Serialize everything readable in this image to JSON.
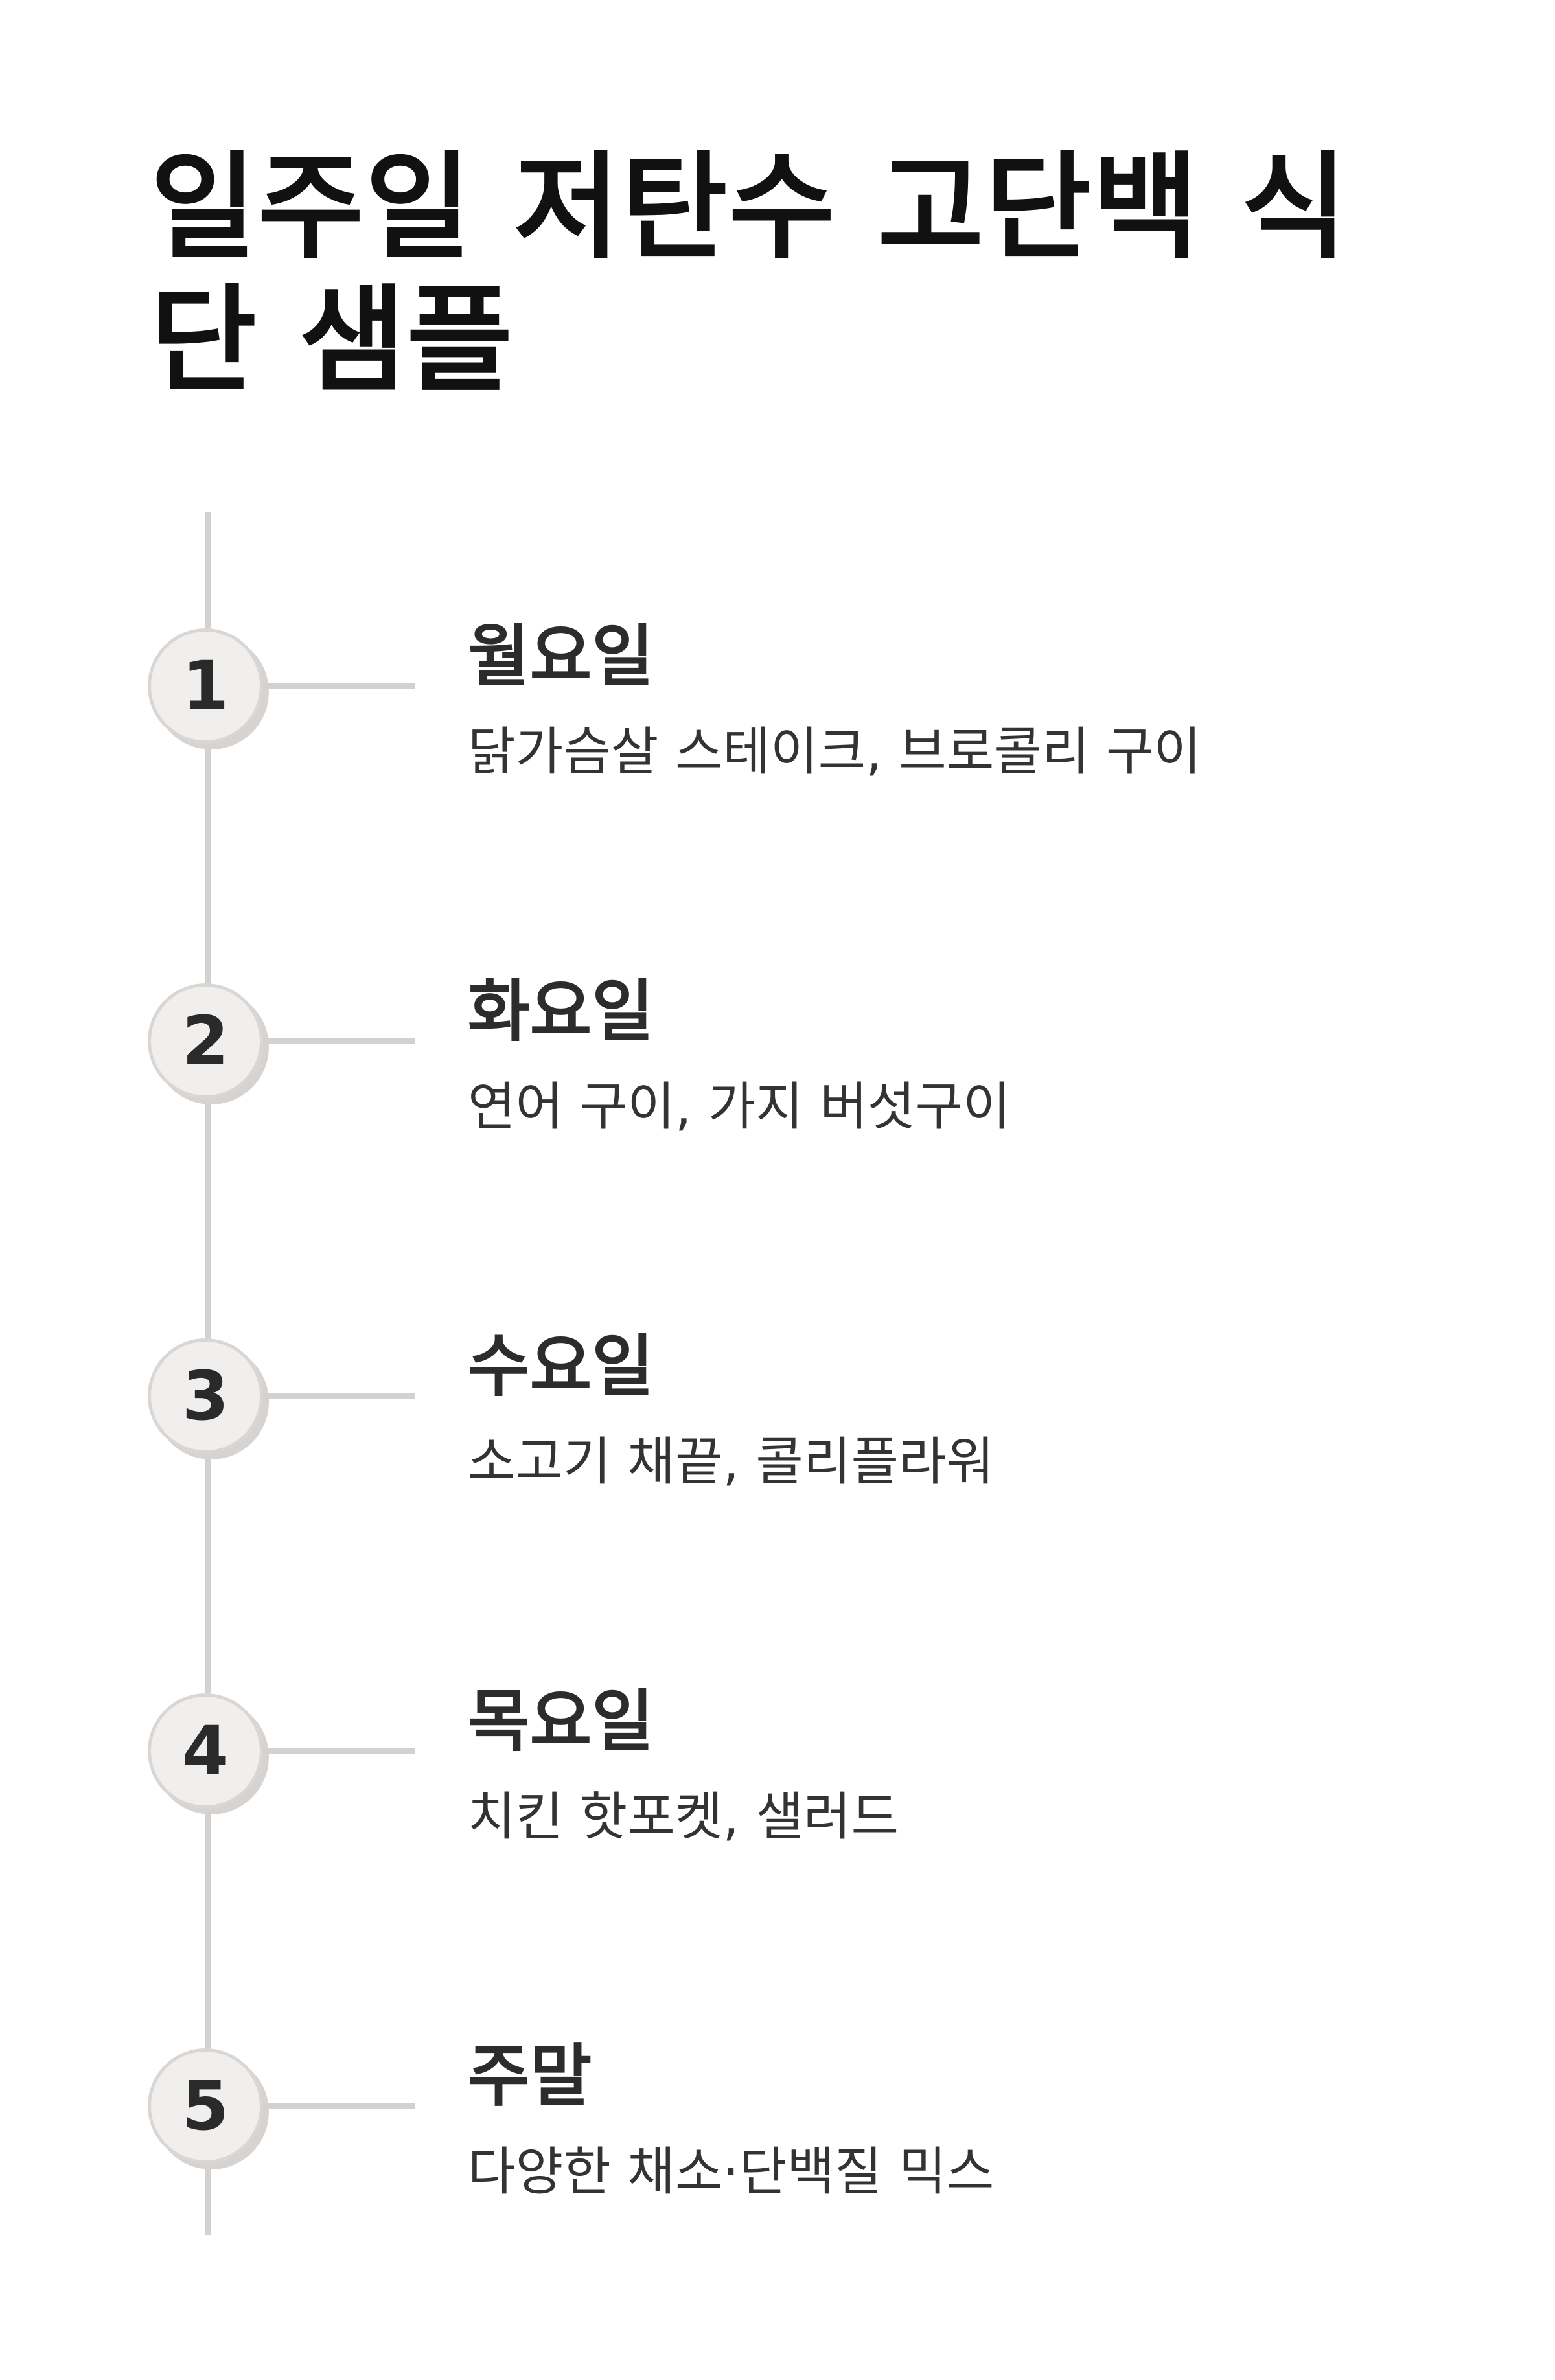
{
  "title": "일주일 저탄수 고단백 식단 샘플",
  "days": [
    {
      "number": "1",
      "heading": "월요일",
      "meal": "닭가슴살 스테이크, 브로콜리 구이"
    },
    {
      "number": "2",
      "heading": "화요일",
      "meal": "연어 구이, 가지 버섯구이"
    },
    {
      "number": "3",
      "heading": "수요일",
      "meal": "소고기 채끝, 콜리플라워"
    },
    {
      "number": "4",
      "heading": "목요일",
      "meal": "치킨 핫포켓, 샐러드"
    },
    {
      "number": "5",
      "heading": "주말",
      "meal": "다양한 채소·단백질 믹스"
    }
  ],
  "colors": {
    "line": "#d4d2d1",
    "marker_fill": "#f1efee",
    "heading": "#2c2c2c",
    "text": "#333333"
  }
}
